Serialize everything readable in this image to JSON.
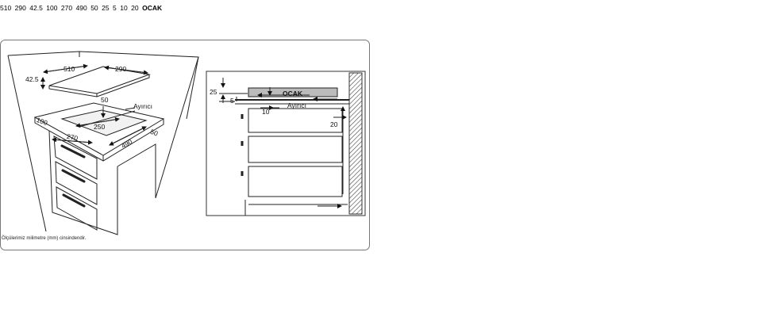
{
  "footnote": "Ölçülerimiz milimetre (mm) cinsindendir.",
  "panels": [
    {
      "iso": {
        "d510": "510",
        "d290": "290",
        "d425": "42.5",
        "d50": "50",
        "d250": "250",
        "d100": "100",
        "d270": "270",
        "d490": "490",
        "d50b": "50",
        "separator": "Ayırıcı"
      },
      "section": {
        "d25": "25",
        "d5": "5",
        "d10": "10",
        "d20": "20",
        "hob": "OCAK",
        "separator": "Ayırıcı"
      }
    },
    {
      "iso": {
        "d510": "510",
        "d290": "290",
        "d425": "42.5",
        "d100": "100",
        "d270": "270",
        "d490": "490",
        "d50": "50"
      },
      "section": {
        "d25": "25",
        "d5": "5",
        "d10": "10",
        "d20": "20",
        "hob": "OCAK"
      }
    }
  ]
}
